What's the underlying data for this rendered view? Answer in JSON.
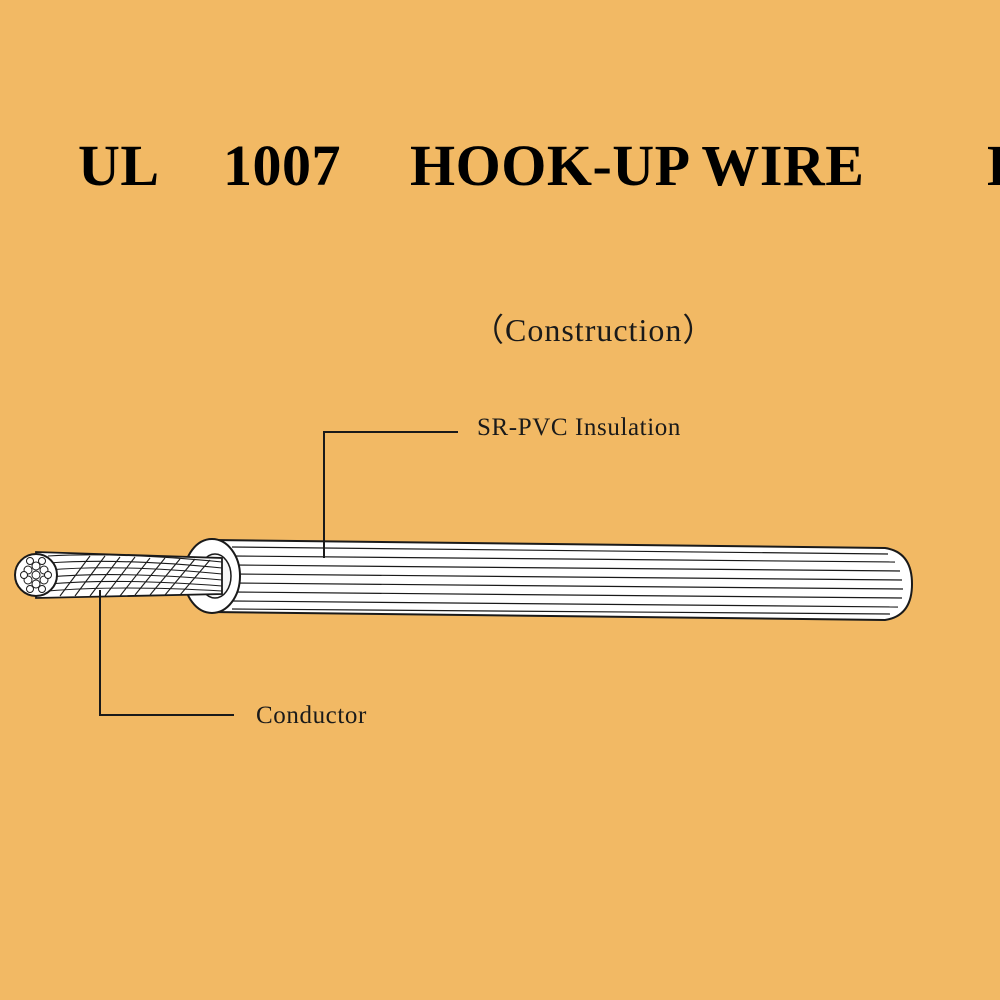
{
  "title": {
    "words": [
      "UL",
      "1007",
      "HOOK-UP WIRE",
      "E"
    ]
  },
  "subtitle": "（Construction）",
  "callouts": {
    "insulation": "SR-PVC Insulation",
    "conductor": "Conductor"
  },
  "colors": {
    "background": "#f2b964",
    "line": "#1a1a1a",
    "insulation_fill": "#ffffff"
  }
}
